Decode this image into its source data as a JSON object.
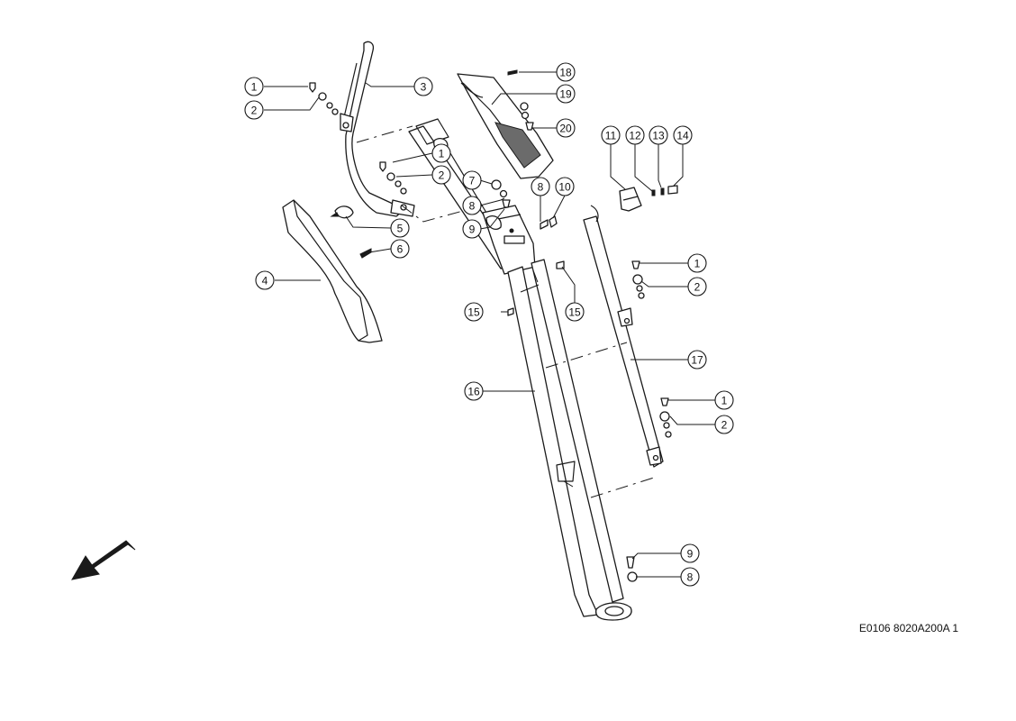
{
  "reference_code": "E0106 8020A200A 1",
  "callouts": [
    {
      "id": "c1a",
      "label": "1"
    },
    {
      "id": "c2a",
      "label": "2"
    },
    {
      "id": "c3",
      "label": "3"
    },
    {
      "id": "c1b",
      "label": "1"
    },
    {
      "id": "c2b",
      "label": "2"
    },
    {
      "id": "c7",
      "label": "7"
    },
    {
      "id": "c8a",
      "label": "8"
    },
    {
      "id": "c9a",
      "label": "9"
    },
    {
      "id": "c5",
      "label": "5"
    },
    {
      "id": "c6",
      "label": "6"
    },
    {
      "id": "c4",
      "label": "4"
    },
    {
      "id": "c18",
      "label": "18"
    },
    {
      "id": "c19",
      "label": "19"
    },
    {
      "id": "c20",
      "label": "20"
    },
    {
      "id": "c8b",
      "label": "8"
    },
    {
      "id": "c10",
      "label": "10"
    },
    {
      "id": "c11",
      "label": "11"
    },
    {
      "id": "c12",
      "label": "12"
    },
    {
      "id": "c13",
      "label": "13"
    },
    {
      "id": "c14",
      "label": "14"
    },
    {
      "id": "c1c",
      "label": "1"
    },
    {
      "id": "c2c",
      "label": "2"
    },
    {
      "id": "c15a",
      "label": "15"
    },
    {
      "id": "c15b",
      "label": "15"
    },
    {
      "id": "c17",
      "label": "17"
    },
    {
      "id": "c16",
      "label": "16"
    },
    {
      "id": "c1d",
      "label": "1"
    },
    {
      "id": "c2d",
      "label": "2"
    },
    {
      "id": "c9b",
      "label": "9"
    },
    {
      "id": "c8c",
      "label": "8"
    }
  ],
  "icons": {
    "direction_arrow": "arrow-down-left-icon"
  }
}
